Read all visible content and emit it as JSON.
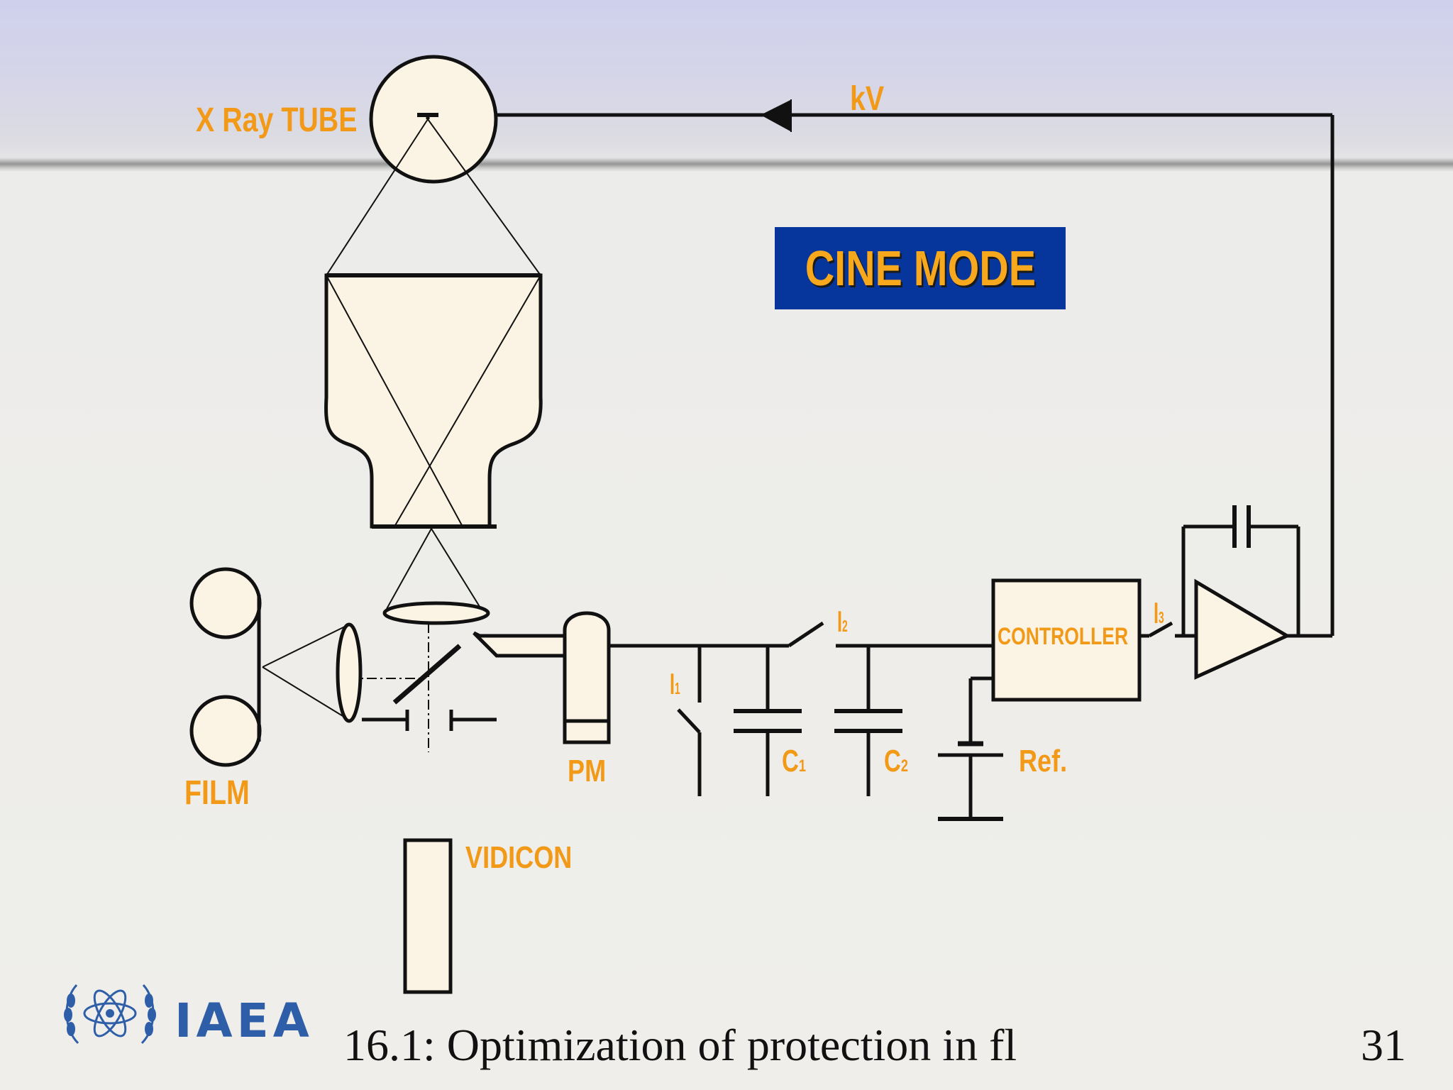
{
  "diagram": {
    "title": "CINE MODE",
    "labels": {
      "xray_tube": "X Ray TUBE",
      "kv": "kV",
      "film": "FILM",
      "pm": "PM",
      "vidicon": "VIDICON",
      "controller": "CONTROLLER",
      "ref": "Ref.",
      "i1": "I",
      "i1_sub": "1",
      "i2": "I",
      "i2_sub": "2",
      "i3": "I",
      "i3_sub": "3",
      "c1": "C",
      "c1_sub": "1",
      "c2": "C",
      "c2_sub": "2"
    }
  },
  "footer": {
    "logo_text": "IAEA",
    "title": "16.1: Optimization of protection in fl",
    "page_number": "31"
  },
  "colors": {
    "label": "#f29a18",
    "component_fill": "#fbf3e4",
    "title_box": "#06359b",
    "logo": "#2f5ea8"
  }
}
